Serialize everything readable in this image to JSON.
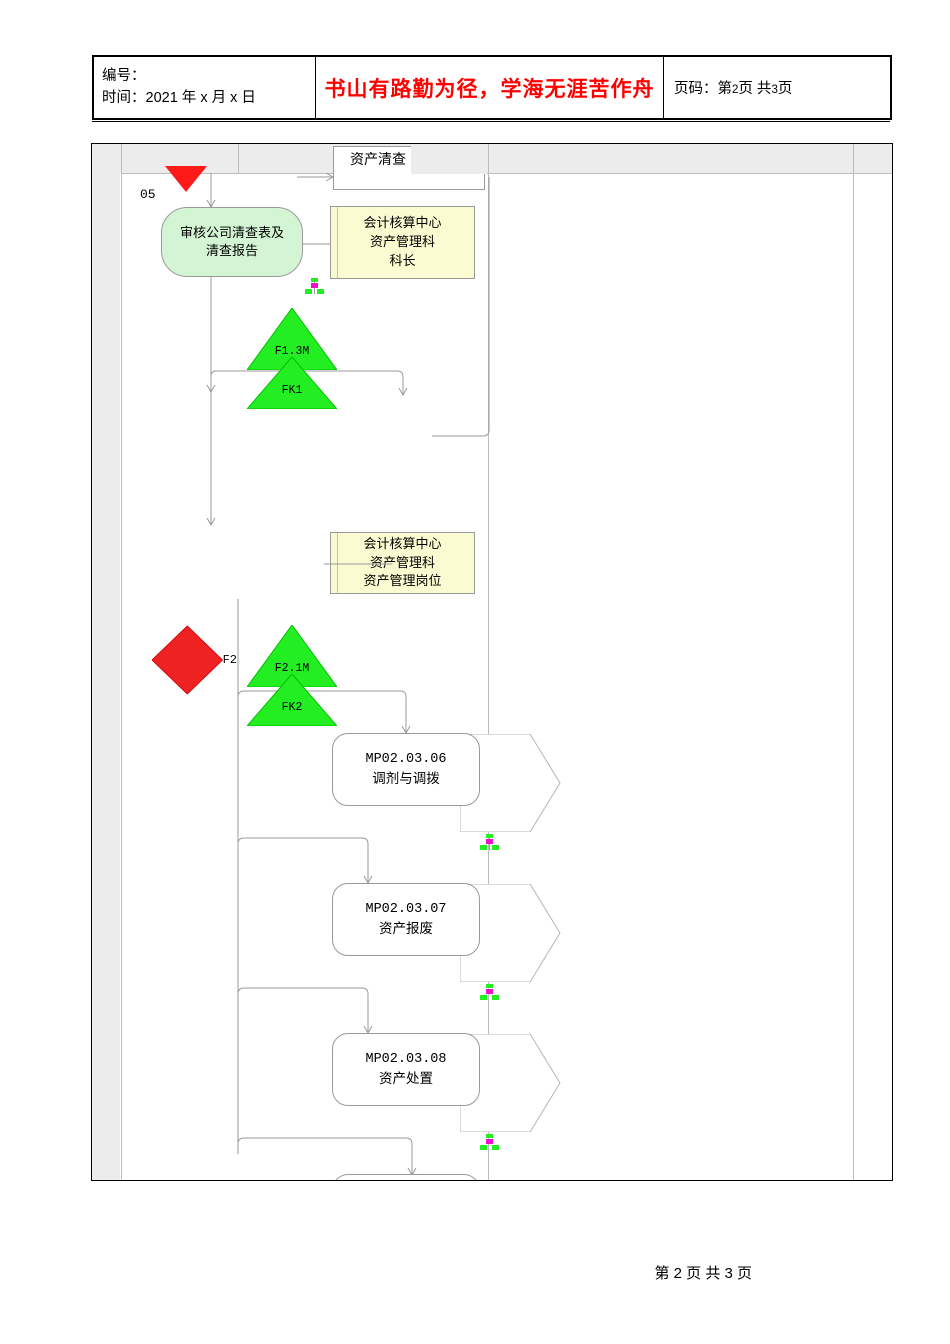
{
  "header": {
    "left_line1": "编号：",
    "left_line2": "时间：2021 年 x 月 x 日",
    "center_motto": "书山有路勤为径，学海无涯苦作舟",
    "right_prefix": "页码：第",
    "right_page": "2",
    "right_mid": "页 共",
    "right_total": "3",
    "right_suffix": "页"
  },
  "footer": {
    "text": "第 2 页 共 3 页"
  },
  "diagram": {
    "title_box": "资产清查",
    "step_number": "05",
    "nodes": {
      "review": "审核公司清查表及\n清查报告",
      "role_1_line1": "会计核算中心",
      "role_1_line2": "资产管理科",
      "role_1_line3": "科长",
      "role_2_line1": "会计核算中心",
      "role_2_line2": "资产管理科",
      "role_2_line3": "资产管理岗位"
    },
    "gateways": {
      "f1_3m": "F1.3M",
      "fk1": "FK1",
      "f2": "F2",
      "f2_1m": "F2.1M",
      "fk2": "FK2"
    },
    "subprocesses": [
      {
        "code": "MP02.03.06",
        "name": "调剂与调拨"
      },
      {
        "code": "MP02.03.07",
        "name": "资产报废"
      },
      {
        "code": "MP02.03.08",
        "name": "资产处置"
      }
    ],
    "colors": {
      "process_fill": "#d4f5d4",
      "role_fill": "#fbfbd2",
      "gateway_green": "#22ee22",
      "gateway_red": "#ee2222",
      "marker_red": "#ff1a1a",
      "line": "#9a9a9a",
      "band": "#ececec",
      "motto_red": "#ff0000"
    }
  }
}
